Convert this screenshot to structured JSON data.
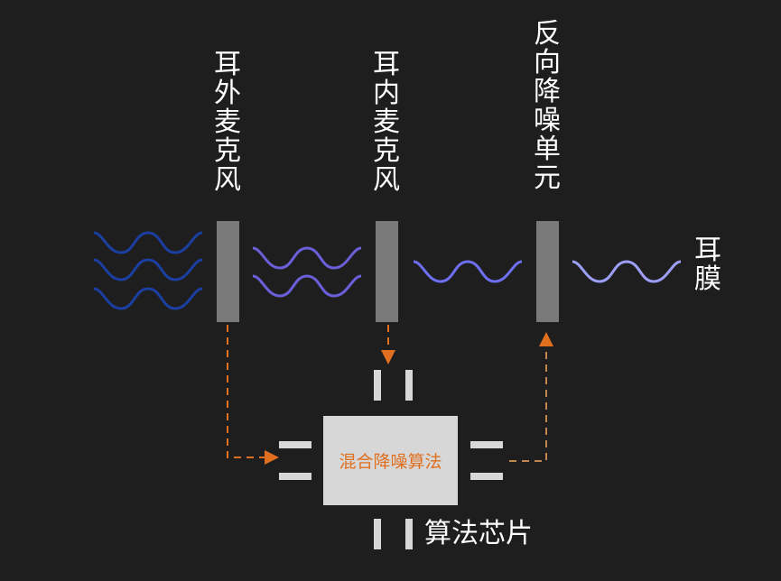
{
  "labels": {
    "outer_mic": "耳外麦克风",
    "inner_mic": "耳内麦克风",
    "anc_unit": "反向降噪单元",
    "eardrum": "耳膜",
    "algorithm": "混合降噪算法",
    "chip": "算法芯片"
  },
  "colors": {
    "background": "#1e1e1e",
    "wave_outer": "#1a3fa0",
    "wave_mid": "#6a5fd8",
    "wave_inner": "#6d6ff0",
    "wave_final": "#9d9ef5",
    "barrier": "#7a7a7a",
    "chip": "#d7d7d7",
    "arrow": "#e07020",
    "text": "#ffffff"
  }
}
